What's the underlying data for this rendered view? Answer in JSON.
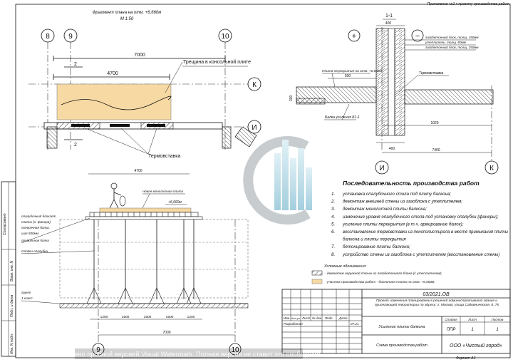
{
  "header": {
    "appendix": "Приложение №1 к проекту производства работ"
  },
  "plan": {
    "title": "Фрагмент плана на отм. +6,660м",
    "scale": "М 1:50",
    "axes": {
      "a8": "8",
      "a9": "9",
      "a10": "10",
      "aK": "К",
      "aI": "И"
    },
    "dims": {
      "d7000": "7000",
      "d4700": "4700"
    },
    "section_mark": "2",
    "crack_label": "Трещина в консольной плите",
    "thermo_label": "Термовставка"
  },
  "section11": {
    "title": "1-1",
    "dims": {
      "d400": "400",
      "d500": "500",
      "d300": "300",
      "d1020": "1020",
      "d7400": "7400",
      "d400b": "400"
    },
    "notes": [
      "газобетонный блок, толщ. 150мм",
      "утеплитель, толщ. 80мм",
      "газобетонный блок, толщ. 250мм"
    ],
    "slab_label": "Плита перекрытия на отм. +6,660м",
    "thermo_label": "Термовставка",
    "beam_label": "Балка усиления Б1-1",
    "plus": "+",
    "minus": "−",
    "axI": "И",
    "axK": "К"
  },
  "section22": {
    "dim4700": "4700",
    "mark_label": "+6,660м",
    "monolith_label": "Новая монолитная плита",
    "left_labels": [
      "опалубочный блоклет",
      "плиты (н. фанера)",
      "поперечная балка,",
      "шаг 500мм",
      "продольная балка",
      "стойки опалубки"
    ],
    "grout_label": "грунт",
    "grout_sub": "1 класс",
    "dims": [
      "1200",
      "1500",
      "1500",
      "1500",
      "1200"
    ],
    "total": "7000",
    "axes": {
      "a9": "9",
      "a10": "10"
    }
  },
  "sequence": {
    "title": "Последовательность производства работ",
    "items": [
      {
        "n": "1.",
        "text": "установка опалубочного стола под плиту балкона;"
      },
      {
        "n": "2.",
        "text": "демонтаж внешней стены из газоблока с утеплителем;"
      },
      {
        "n": "3.",
        "text": "демонтаж монолитной плиты балкона;"
      },
      {
        "n": "4.",
        "text": "изменение уровня опалубочного стола под установку опалубки (фанеры);"
      },
      {
        "n": "5.",
        "text": "усиление плиты перекрытия (в т.ч. армирование балок);"
      },
      {
        "n": "6.",
        "text": "восстановление термовставки из пенополистирола в месте примыкания плиты"
      },
      {
        "n": "",
        "text": "балкона и плиты перекрытия"
      },
      {
        "n": "7.",
        "text": "бетонирование плиты балкона;"
      },
      {
        "n": "8.",
        "text": "устройство стены из газоблока с утеплителем (восстановление стены)"
      }
    ]
  },
  "legend": {
    "title": "Условные обозначения:",
    "items": [
      {
        "text": "- демонтаж наружной стены из газобетонного блока (с утеплителем);"
      },
      {
        "text": "- участок производства работ - балконная плита на отм. +6,660м;"
      }
    ]
  },
  "stamp": {
    "code": "03/2021.ОВ",
    "project": "Проект изменения планировочных решений административного здания и прилегающей территории по адресу: г. Москва, улица Садовническая, д. 75",
    "title1": "Усиление плиты балкона",
    "title2": "Схема производства работ",
    "stage_h": "Стадия",
    "sheet_h": "Лист",
    "sheets_h": "Листов",
    "stage": "ППР",
    "sheet": "1",
    "sheets": "1",
    "cols": [
      "Изм.",
      "Кол.уч",
      "Лист",
      "№ док.",
      "Подп.",
      "Дата"
    ],
    "developer": "Разработал",
    "date": "07.21",
    "org": "ООО «Чистый город»",
    "format": "Формат А3"
  },
  "side": {
    "agreed": "Согласовано",
    "inv": "Взам. инв. N",
    "sign": "Подп. и дата",
    "invp": "Инв. N подл."
  },
  "watermark": "Замечено пробной версией Visual Watermark. Полная версия не ставит это сообщение."
}
